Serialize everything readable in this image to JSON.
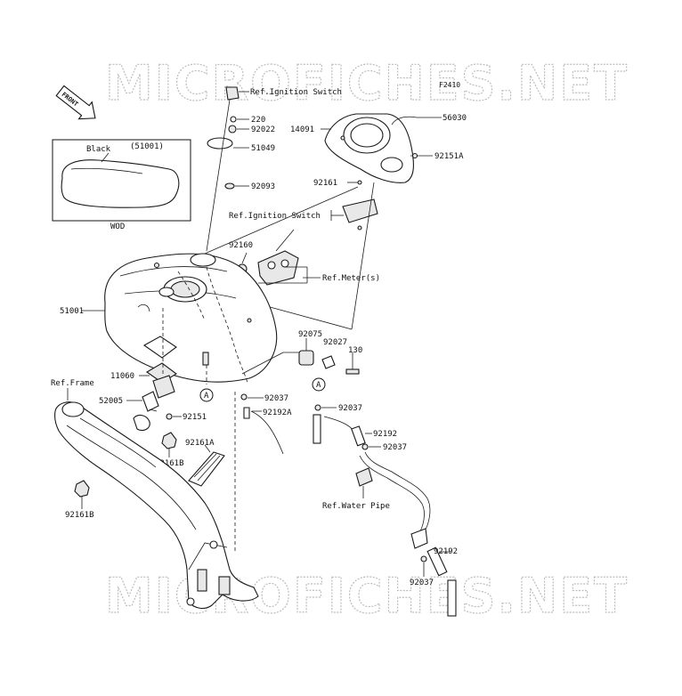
{
  "diagram_code": "F2410",
  "watermark": "MICROFICHES.NET",
  "front_label": "FRONT",
  "inset": {
    "color_label": "Black",
    "part_ref": "(51001)",
    "caption": "WOD"
  },
  "labels": {
    "ref_ignition_top": "Ref.Ignition Switch",
    "p220": "220",
    "p92022": "92022",
    "p51049": "51049",
    "p92093": "92093",
    "p14091": "14091",
    "p56030": "56030",
    "p92151A": "92151A",
    "p92161": "92161",
    "ref_ignition_mid": "Ref.Ignition Switch",
    "p92160": "92160",
    "ref_meter": "Ref.Meter(s)",
    "p51001": "51001",
    "p92075": "92075",
    "p92027": "92027",
    "p130": "130",
    "p11060": "11060",
    "ref_frame": "Ref.Frame",
    "p52005": "52005",
    "p92037_a": "92037",
    "p92192A": "92192A",
    "p92037_b": "92037",
    "p92151": "92151",
    "p92161B_a": "92161B",
    "p92161A": "92161A",
    "p92192_a": "92192",
    "p92037_c": "92037",
    "ref_water_pipe": "Ref.Water Pipe",
    "p92161B_b": "92161B",
    "p92192_b": "92192",
    "p92037_d": "92037",
    "callout_a1": "A",
    "callout_a2": "A"
  }
}
